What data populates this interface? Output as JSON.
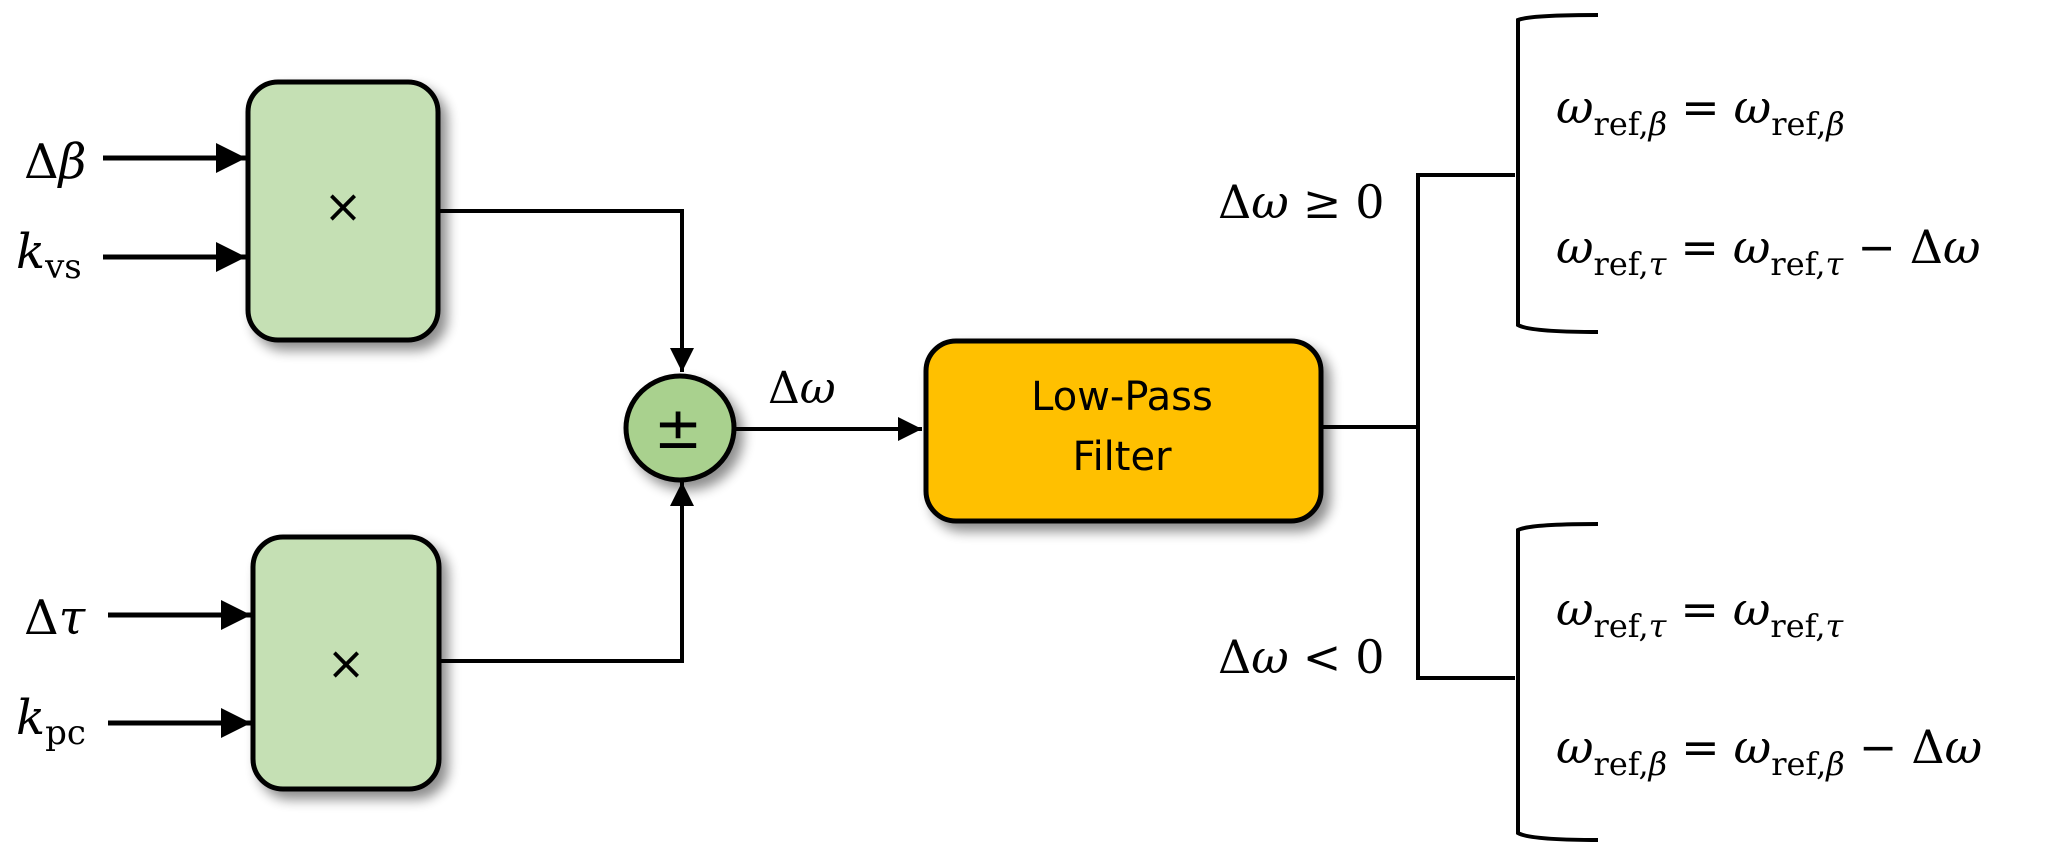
{
  "colors": {
    "multiplier_fill": "#C5E0B4",
    "summer_fill": "#A9D18E",
    "filter_fill": "#FFC000",
    "stroke": "#000000"
  },
  "inputs": {
    "top_a": {
      "base": "Δ",
      "sym": "β",
      "sub": ""
    },
    "top_b": {
      "base": "",
      "sym": "k",
      "sub": "vs"
    },
    "bottom_a": {
      "base": "Δ",
      "sym": "τ",
      "sub": ""
    },
    "bottom_b": {
      "base": "",
      "sym": "k",
      "sub": "pc"
    }
  },
  "blocks": {
    "multiplier_top": {
      "symbol": "×"
    },
    "multiplier_bottom": {
      "symbol": "×"
    },
    "summer": {
      "symbol": "±"
    },
    "filter": {
      "line1": "Low-Pass",
      "line2": "Filter"
    }
  },
  "signals": {
    "delta_omega": {
      "base": "Δ",
      "sym": "ω"
    }
  },
  "conditions": {
    "positive": {
      "lhs_base": "Δ",
      "lhs_sym": "ω",
      "op": "≥",
      "rhs": "0"
    },
    "negative": {
      "lhs_base": "Δ",
      "lhs_sym": "ω",
      "op": "<",
      "rhs": "0"
    }
  },
  "equations": {
    "pos_1": {
      "lhs_sym": "ω",
      "lhs_sub_text": "ref,",
      "lhs_sub_greek": "β",
      "eq": "=",
      "rhs_sym": "ω",
      "rhs_sub_text": "ref,",
      "rhs_sub_greek": "β",
      "minus": "",
      "delta": "",
      "delta_sym": ""
    },
    "pos_2": {
      "lhs_sym": "ω",
      "lhs_sub_text": "ref,",
      "lhs_sub_greek": "τ",
      "eq": "=",
      "rhs_sym": "ω",
      "rhs_sub_text": "ref,",
      "rhs_sub_greek": "τ",
      "minus": "−",
      "delta": "Δ",
      "delta_sym": "ω"
    },
    "neg_1": {
      "lhs_sym": "ω",
      "lhs_sub_text": "ref,",
      "lhs_sub_greek": "τ",
      "eq": "=",
      "rhs_sym": "ω",
      "rhs_sub_text": "ref,",
      "rhs_sub_greek": "τ",
      "minus": "",
      "delta": "",
      "delta_sym": ""
    },
    "neg_2": {
      "lhs_sym": "ω",
      "lhs_sub_text": "ref,",
      "lhs_sub_greek": "β",
      "eq": "=",
      "rhs_sym": "ω",
      "rhs_sub_text": "ref,",
      "rhs_sub_greek": "β",
      "minus": "−",
      "delta": "Δ",
      "delta_sym": "ω"
    }
  }
}
